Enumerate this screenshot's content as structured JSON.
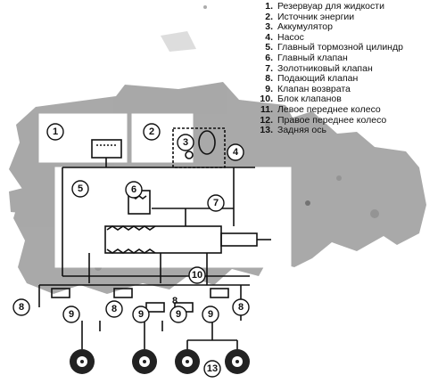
{
  "legend": [
    {
      "num": "1.",
      "text": "Резервуар для жидкости"
    },
    {
      "num": "2.",
      "text": "Источник энергии"
    },
    {
      "num": "3.",
      "text": "Аккумулятор"
    },
    {
      "num": "4.",
      "text": "Насос"
    },
    {
      "num": "5.",
      "text": "Главный тормозной цилиндр"
    },
    {
      "num": "6.",
      "text": "Главный клапан"
    },
    {
      "num": "7.",
      "text": "Золотниковый клапан"
    },
    {
      "num": "8.",
      "text": "Подающий клапан"
    },
    {
      "num": "9.",
      "text": "Клапан возврата"
    },
    {
      "num": "10.",
      "text": "Блок клапанов"
    },
    {
      "num": "11.",
      "text": "Левое переднее колесо"
    },
    {
      "num": "12.",
      "text": "Правое переднее колесо"
    },
    {
      "num": "13.",
      "text": "Задняя ось"
    }
  ],
  "callouts": {
    "c1": "1",
    "c2": "2",
    "c3": "3",
    "c4": "4",
    "c5": "5",
    "c6": "6",
    "c7": "7",
    "c8a": "8",
    "c8b": "8",
    "c8c": "8",
    "c8d": "8",
    "c9a": "9",
    "c9b": "9",
    "c9c": "9",
    "c9d": "9",
    "c10": "10",
    "c13": "13"
  }
}
